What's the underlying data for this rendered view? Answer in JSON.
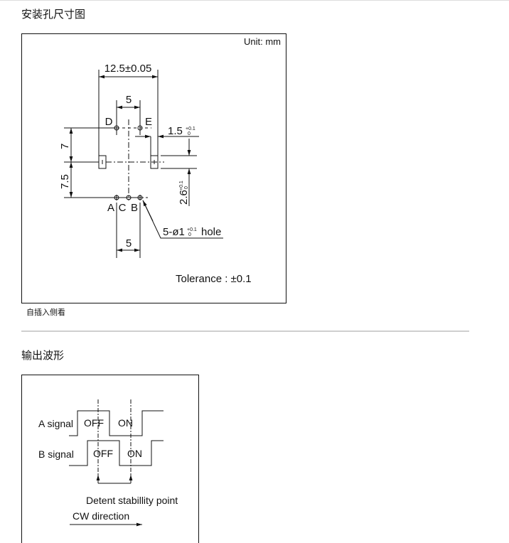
{
  "section1": {
    "title": "安装孔尺寸图",
    "caption": "自插入侧看",
    "drawing": {
      "unit": "Unit: mm",
      "dim_width": "12.5±0.05",
      "dim_top_pitch": "5",
      "dim_bottom_pitch": "5",
      "dim_upper": "7",
      "dim_lower": "7.5",
      "dim_slot_width": "1.5",
      "dim_slot_width_tol": "+0.1",
      "dim_slot_width_tol_low": "0",
      "dim_slot_height": "2.6",
      "dim_slot_height_tol": "+0.1",
      "dim_slot_height_tol_low": "0",
      "hole_label": "5-ø1",
      "hole_tol": "+0.1",
      "hole_tol_low": "0",
      "hole_suffix": "hole",
      "pins": {
        "a": "A",
        "b": "B",
        "c": "C",
        "d": "D",
        "e": "E"
      },
      "tolerance": "Tolerance : ±0.1"
    }
  },
  "section2": {
    "title": "输出波形",
    "diagram": {
      "a_signal": "A signal",
      "b_signal": "B signal",
      "off": "OFF",
      "on": "ON",
      "detent": "Detent stabillity point",
      "direction": "CW direction"
    }
  }
}
